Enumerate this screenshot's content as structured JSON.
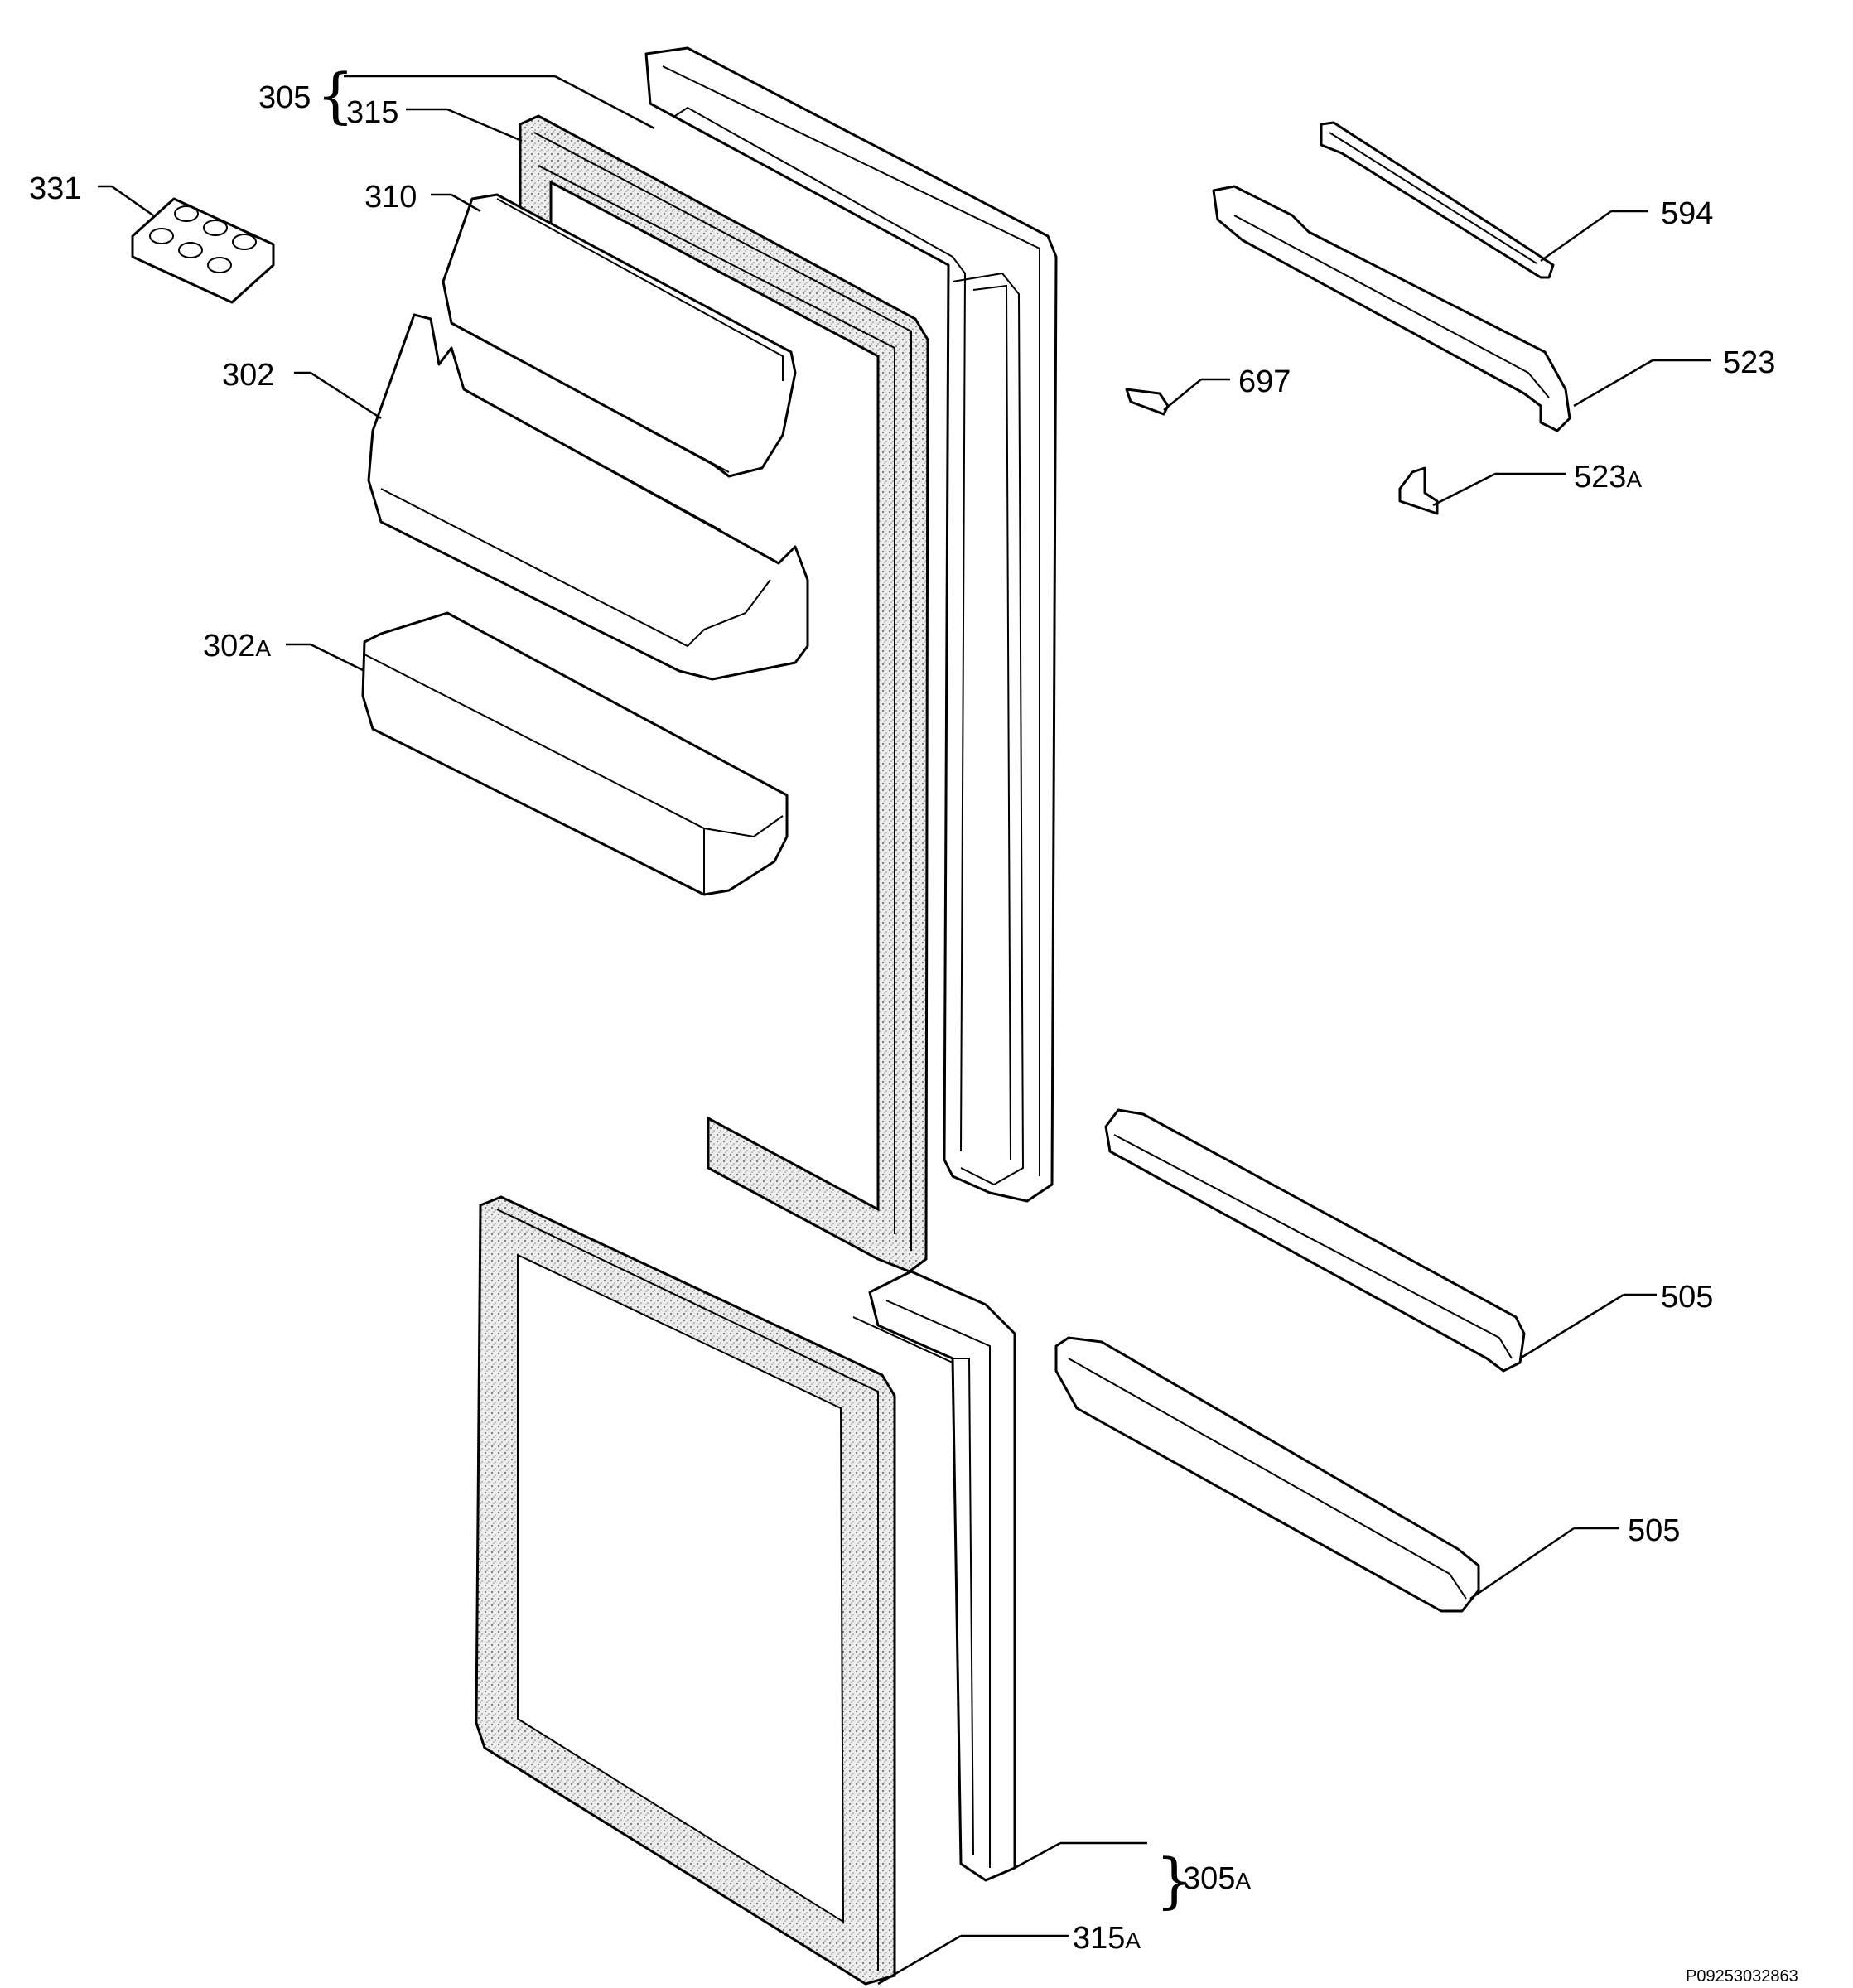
{
  "labels": {
    "p305": "305",
    "p315": "315",
    "p331": "331",
    "p310": "310",
    "p302": "302",
    "p302A_num": "302",
    "p302A_suf": "A",
    "p594": "594",
    "p523": "523",
    "p697": "697",
    "p523A_num": "523",
    "p523A_suf": "A",
    "p505a": "505",
    "p505b": "505",
    "p305A_num": "305",
    "p305A_suf": "A",
    "p315A_num": "315",
    "p315A_suf": "A"
  },
  "brace": "{",
  "brace_close": "}",
  "drawing_code": "P09253032863"
}
